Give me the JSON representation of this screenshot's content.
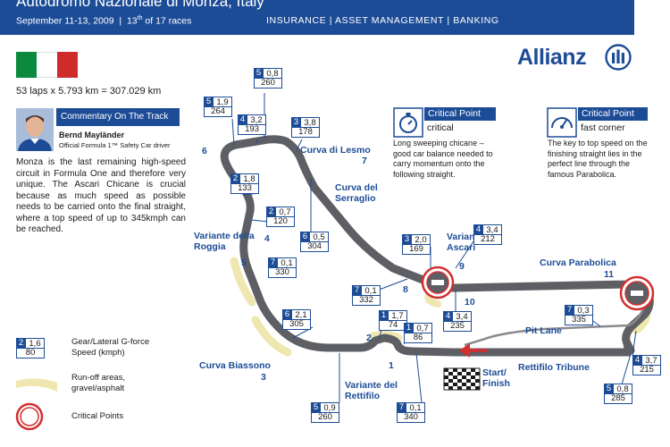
{
  "header": {
    "title": "Autodromo Nazionale di Monza, Italy",
    "date": "September 11-13, 2009",
    "race_number": "13",
    "race_suffix": "th",
    "race_of": "of 17 races",
    "tagline": "INSURANCE | ASSET MANAGEMENT | BANKING",
    "brand_color": "#1d4c97"
  },
  "logo": {
    "text": "Allianz",
    "icon": "allianz-eagle-logo"
  },
  "flag": {
    "colors": [
      "#0b8a3e",
      "#ffffff",
      "#cf2b2b"
    ]
  },
  "distance": "53 laps x 5.793 km = 307.029 km",
  "commentary": {
    "heading": "Commentary On The Track",
    "name": "Bernd Mayländer",
    "role": "Official Formula 1™ Safety Car driver",
    "body": "Monza is the last remaining high-speed circuit in Formula One and therefore very unique. The Ascari Chicane is crucial because as much speed as possible needs to be carried onto the final straight, where a top speed of up to 345kmph can be reached."
  },
  "critical_points": [
    {
      "heading": "Critical Point",
      "type": "critical",
      "icon": "stopwatch-icon",
      "text": "Long sweeping chicane – good car balance needed to carry momentum onto the following straight."
    },
    {
      "heading": "Critical Point",
      "type": "fast corner",
      "icon": "speedometer-icon",
      "text": "The key to top speed on the finishing straight lies in the perfect line through the famous Parabolica."
    }
  ],
  "legend": {
    "sample_box": {
      "gear": "2",
      "g_force": "1,6",
      "speed": "80"
    },
    "gear_label": "Gear/Lateral G-force",
    "speed_label": "Speed (kmph)",
    "runoff_label_1": "Run-off areas,",
    "runoff_label_2": "gravel/asphalt",
    "critical_label": "Critical Points",
    "runoff_color": "#efe7b0",
    "critical_color": "#d32f2f"
  },
  "corners": [
    {
      "name": "Curva di Lesmo",
      "number": "7"
    },
    {
      "name": "Curva del Serraglio",
      "number": ""
    },
    {
      "name": "Variante della Roggia",
      "number": "5"
    },
    {
      "name": "Variante Ascari",
      "number": "9"
    },
    {
      "name": "Curva Parabolica",
      "number": "11"
    },
    {
      "name": "Pit Lane",
      "number": ""
    },
    {
      "name": "Rettifilo Tribune",
      "number": ""
    },
    {
      "name": "Start/ Finish",
      "number": ""
    },
    {
      "name": "Variante del Rettifilo",
      "number": "1"
    },
    {
      "name": "Curva Biassono",
      "number": "3"
    }
  ],
  "turn_numbers": [
    "6",
    "4",
    "8",
    "10",
    "2"
  ],
  "gear_boxes": [
    {
      "gear": "5",
      "g_force": "0,8",
      "speed": "260"
    },
    {
      "gear": "5",
      "g_force": "1,9",
      "speed": "264"
    },
    {
      "gear": "4",
      "g_force": "3,2",
      "speed": "193"
    },
    {
      "gear": "3",
      "g_force": "3,8",
      "speed": "178"
    },
    {
      "gear": "2",
      "g_force": "1,8",
      "speed": "133"
    },
    {
      "gear": "2",
      "g_force": "0,7",
      "speed": "120"
    },
    {
      "gear": "6",
      "g_force": "0,5",
      "speed": "304"
    },
    {
      "gear": "7",
      "g_force": "0,1",
      "speed": "330"
    },
    {
      "gear": "3",
      "g_force": "2,0",
      "speed": "169"
    },
    {
      "gear": "4",
      "g_force": "3,4",
      "speed": "212"
    },
    {
      "gear": "7",
      "g_force": "0,1",
      "speed": "332"
    },
    {
      "gear": "4",
      "g_force": "3,4",
      "speed": "235"
    },
    {
      "gear": "1",
      "g_force": "1,7",
      "speed": "74"
    },
    {
      "gear": "1",
      "g_force": "0,7",
      "speed": "86"
    },
    {
      "gear": "6",
      "g_force": "2,1",
      "speed": "305"
    },
    {
      "gear": "7",
      "g_force": "0,3",
      "speed": "335"
    },
    {
      "gear": "4",
      "g_force": "3,7",
      "speed": "215"
    },
    {
      "gear": "5",
      "g_force": "0,8",
      "speed": "285"
    },
    {
      "gear": "5",
      "g_force": "0,9",
      "speed": "260"
    },
    {
      "gear": "7",
      "g_force": "0,1",
      "speed": "340"
    }
  ]
}
